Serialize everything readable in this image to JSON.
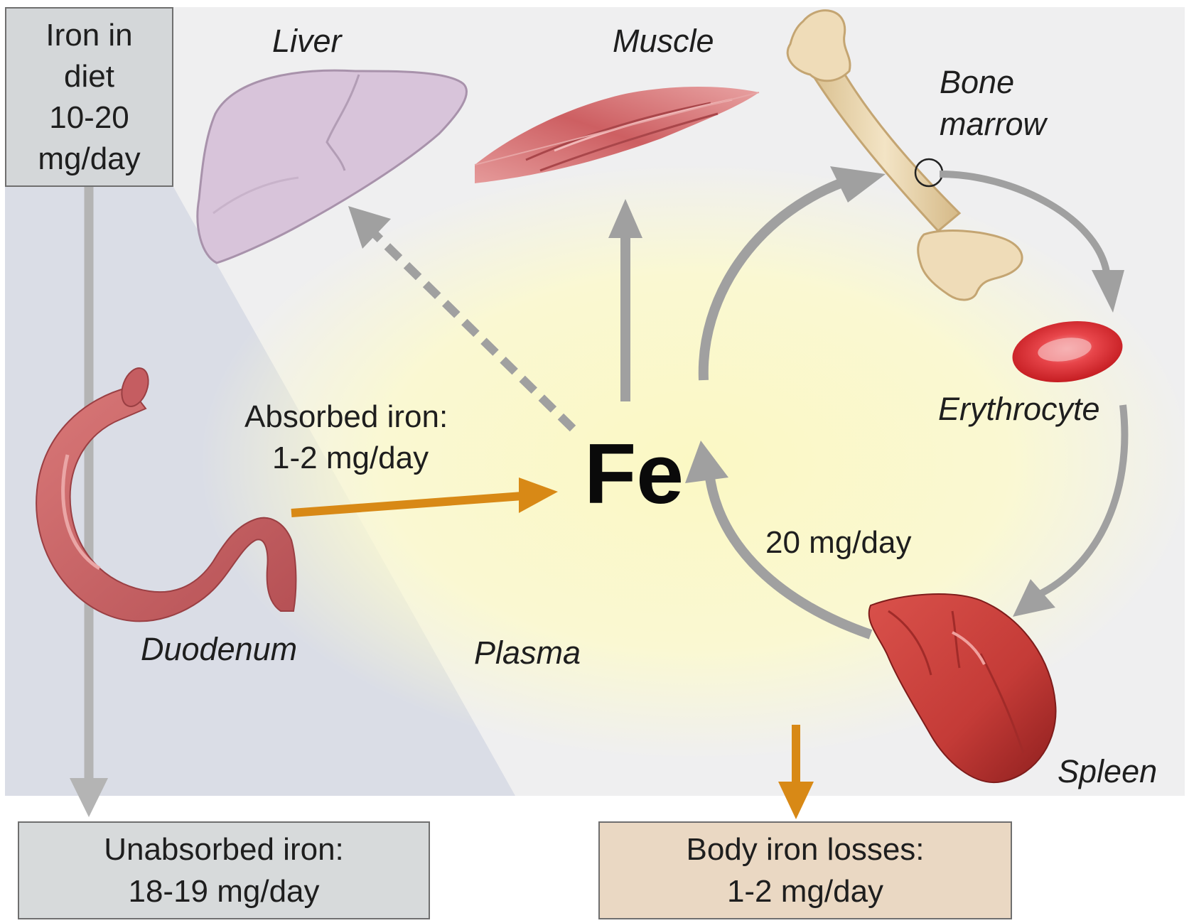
{
  "boxes": {
    "diet": [
      "Iron in",
      "diet",
      "10-20",
      "mg/day"
    ],
    "unabsorbed": [
      "Unabsorbed iron:",
      "18-19 mg/day"
    ],
    "losses": [
      "Body iron losses:",
      "1-2 mg/day"
    ]
  },
  "labels": {
    "liver": "Liver",
    "muscle": "Muscle",
    "bone_marrow": [
      "Bone",
      "marrow"
    ],
    "erythrocyte": "Erythrocyte",
    "duodenum": "Duodenum",
    "plasma": "Plasma",
    "spleen": "Spleen",
    "absorbed": [
      "Absorbed iron:",
      "1-2 mg/day"
    ],
    "fe": "Fe",
    "recycle_rate": "20 mg/day"
  },
  "colors": {
    "arrow_gray": "#9c9c9c",
    "arrow_orange": "#d88916",
    "left_panel": "#dadde6",
    "plasma_glow": "#fbf9cf",
    "liver": "#d6c2d9",
    "muscle": "#cf6e70",
    "bone": "#ecd8b0",
    "erythrocyte": "#e0252b",
    "spleen": "#c9403c",
    "duodenum": "#d07071"
  }
}
